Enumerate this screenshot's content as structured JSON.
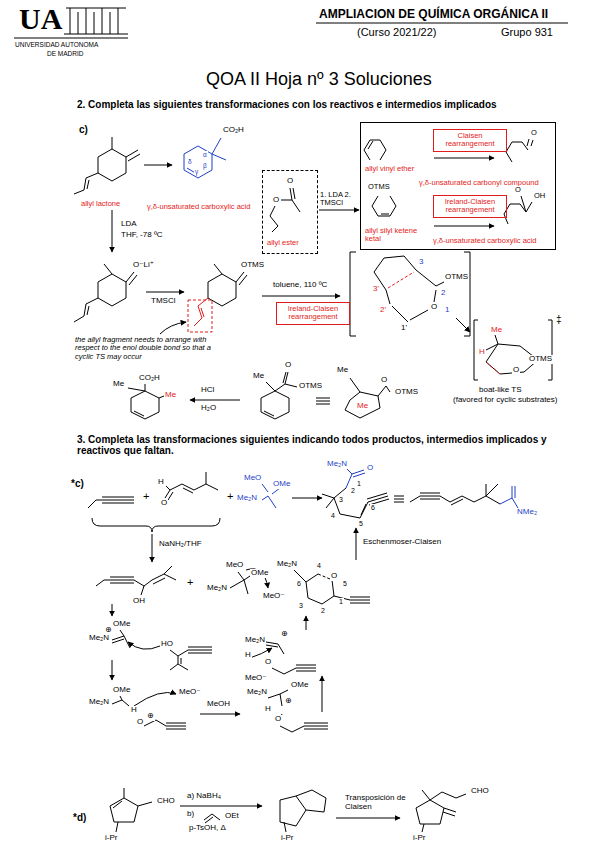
{
  "diagram": {
    "title": "QOA II Hoja nº 3 Soluciones",
    "nodes": [
      {
        "text": [
          "allyl vinyl ether",
          "γ,δ-unsaturated carbonyl compound",
          "allyl silyl ketene ketal",
          "γ,δ-unsaturated carboxylic acid"
        ]
      },
      {
        "text": [
          "Claisen rearrangement"
        ],
        "in": 0
      },
      {
        "text": [
          "Ireland-Claisen rearrangement"
        ],
        "in": 0
      },
      {
        "text": [
          "allyl ester"
        ]
      },
      {
        "text": [
          "Ireland-Claisen rearrangement"
        ]
      }
    ],
    "edges": [
      {
        "from": 3,
        "to": 0,
        "arrow": "to",
        "label": "1. LDA 2. TMSCl"
      }
    ],
    "labels": [
      "UA",
      "UNIVERSIDAD AUTONOMA",
      "DE MADRID",
      "AMPLIACION DE QUÍMICA ORGÁNICA II",
      "(Curso 2021/22)",
      "Grupo 931",
      "2. Completa las siguientes transformaciones con los reactivos e intermedios implicados",
      "c)",
      "allyl lactone",
      "γ,δ-unsaturated carboxylic acid",
      "CO₂H",
      "α",
      "β",
      "γ",
      "δ",
      "O",
      "O",
      "OTMS",
      "O",
      "OH",
      "O",
      "LDA",
      "THF, -78 ºC",
      "O⁻Li⁺",
      "TMSCl",
      "OTMS",
      "toluene, 110 ºC",
      "the allyl fragment needs to arrange with respect to the enol double bond so that a cyclic TS may occur",
      "3",
      "2",
      "OTMS",
      "1",
      "O",
      "3'",
      "2'",
      "1'",
      "‡",
      "Me",
      "H",
      "OTMS",
      "O",
      "boat-like TS",
      "(favored for cyclic substrates)",
      "Me",
      "O",
      "OTMS",
      "Me",
      "O",
      "OTMS",
      "Me",
      "HCl",
      "H₂O",
      "CO₂H",
      "Me",
      "Me",
      "3. Completa las transformaciones siguientes indicando todos productos, intermedios implicados y reactivos que faltan.",
      "*c)",
      "+",
      "H",
      "O",
      "+",
      "MeO",
      "OMe",
      "Me₂N",
      "Me₂N",
      "O",
      "1",
      "2",
      "3",
      "4",
      "5",
      "6",
      "NMe₂",
      "NaNH₂/THF",
      "OH",
      "+",
      "MeO",
      "OMe",
      "Me₂N",
      "MeO⁻",
      "Me₂N",
      "OMe",
      "⊕",
      "HO",
      "Me₂N",
      "OMe",
      "H",
      "O",
      "⊕",
      "MeO⁻",
      "MeOH",
      "Me₂N",
      "OMe",
      "H",
      "⊕",
      "O",
      "Me₂N",
      "H",
      "O",
      "⊕",
      "MeO⁻",
      "Me₂N",
      "O",
      "6",
      "5",
      "1",
      "2",
      "3",
      "4",
      "Eschenmoser-Claisen",
      "*d)",
      "CHO",
      "i-Pr",
      "a) NaBH₄",
      "b)",
      "OEt",
      "p-TsOH, Δ",
      "i-Pr",
      "Transposición de Claisen",
      "CHO",
      "i-Pr"
    ]
  }
}
